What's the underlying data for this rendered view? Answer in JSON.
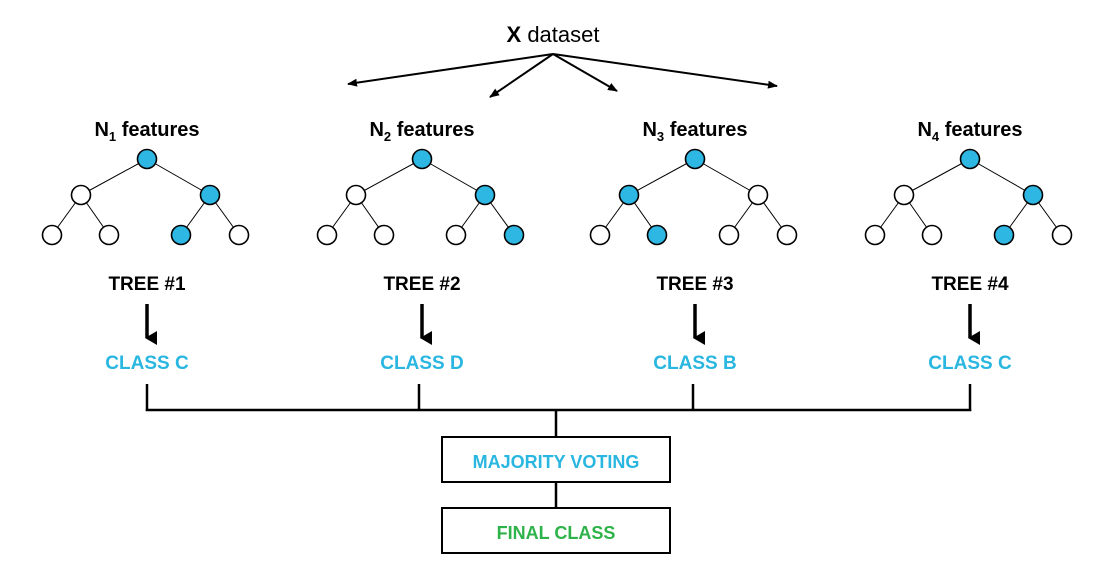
{
  "colors": {
    "accent": "#29b6e0",
    "node_fill_blue": "#2eb7e3",
    "final_green": "#2db34a",
    "line": "#000000"
  },
  "root": {
    "bold": "X",
    "rest": " dataset"
  },
  "trees": [
    {
      "feature_prefix": "N",
      "feature_sub": "1",
      "feature_rest": " features",
      "tree_label": "TREE #1",
      "class_label": "CLASS C",
      "nodes": [
        "blue",
        "white",
        "blue",
        "white",
        "white",
        "blue",
        "white"
      ]
    },
    {
      "feature_prefix": "N",
      "feature_sub": "2",
      "feature_rest": " features",
      "tree_label": "TREE #2",
      "class_label": "CLASS D",
      "nodes": [
        "blue",
        "white",
        "blue",
        "white",
        "white",
        "white",
        "blue"
      ]
    },
    {
      "feature_prefix": "N",
      "feature_sub": "3",
      "feature_rest": " features",
      "tree_label": "TREE #3",
      "class_label": "CLASS B",
      "nodes": [
        "blue",
        "blue",
        "white",
        "white",
        "blue",
        "white",
        "white"
      ]
    },
    {
      "feature_prefix": "N",
      "feature_sub": "4",
      "feature_rest": " features",
      "tree_label": "TREE #4",
      "class_label": "CLASS C",
      "nodes": [
        "blue",
        "white",
        "blue",
        "white",
        "white",
        "blue",
        "white"
      ]
    }
  ],
  "voting_label": "MAJORITY VOTING",
  "final_label": "FINAL CLASS"
}
